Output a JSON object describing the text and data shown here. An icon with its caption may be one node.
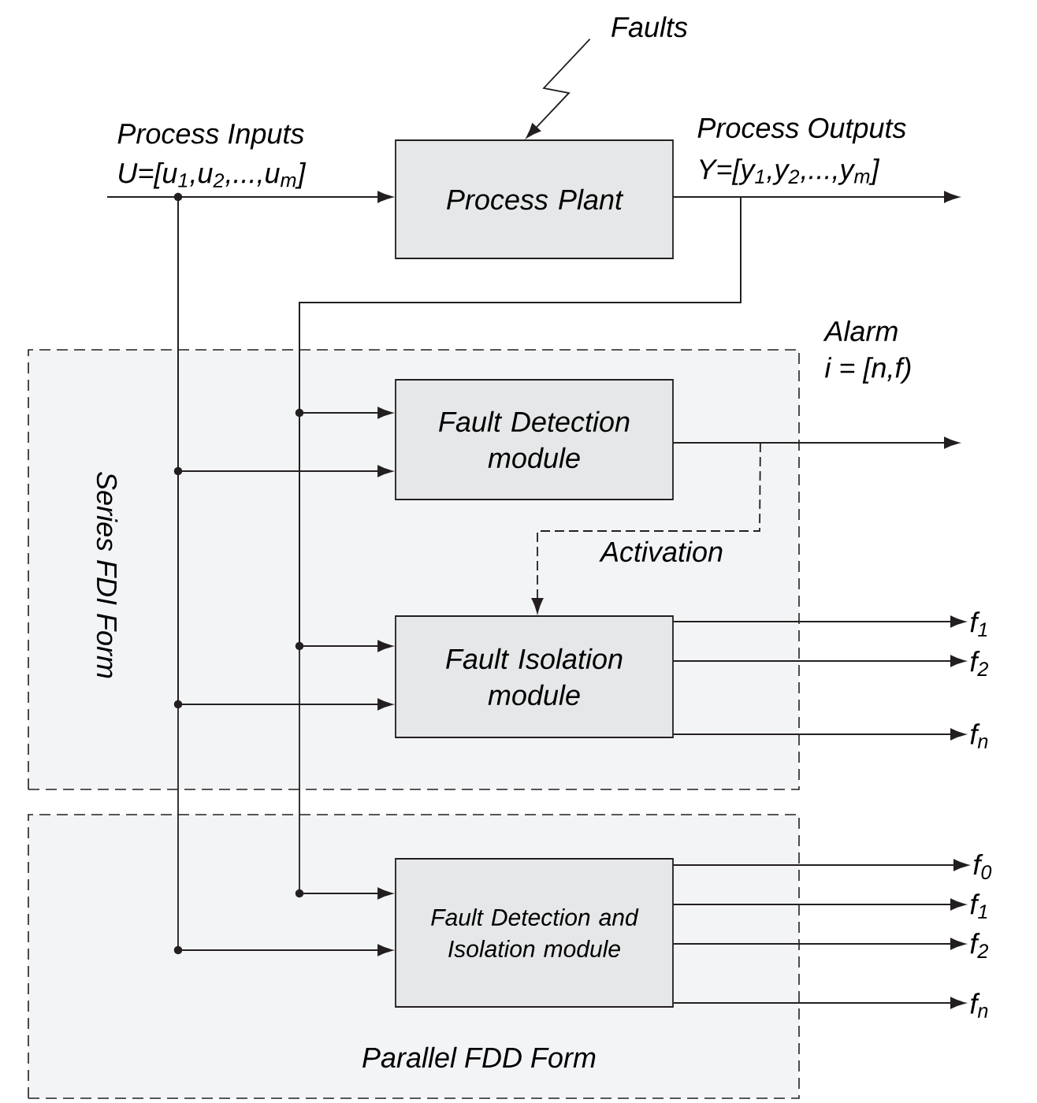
{
  "diagram": {
    "nodes": [
      {
        "text": [
          "Faults"
        ]
      },
      {
        "text": [
          "Process Plant"
        ]
      },
      {
        "text": [
          "Series FDI Form"
        ]
      },
      {
        "text": [
          "Fault Detection module"
        ],
        "in": 2
      },
      {
        "text": [
          "Fault Isolation module"
        ],
        "in": 2
      },
      {
        "text": [
          "Parallel FDD Form"
        ]
      },
      {
        "text": [
          "Fault Detection and Isolation module"
        ],
        "in": 5
      },
      {
        "text": [
          "f$_{1}$"
        ]
      },
      {
        "text": [
          "f$_{2}$"
        ]
      },
      {
        "text": [
          "f$_{n}$"
        ]
      },
      {
        "text": [
          "f$_{0}$"
        ]
      },
      {
        "text": [
          "f$_{1}$"
        ]
      },
      {
        "text": [
          "f$_{2}$"
        ]
      },
      {
        "text": [
          "f$_{n}$"
        ]
      },
      {
        "text": [
          "Process Inputs",
          "U=[u$_{1}$,u$_{2}$,...,u$_{m}$]"
        ]
      }
    ],
    "edges": [
      {
        "from": 0,
        "to": 1,
        "arrow": "to"
      },
      {
        "from": 14,
        "to": 1,
        "arrow": "to"
      },
      {
        "from": 1,
        "to": null,
        "arrow": "to"
      },
      {
        "from": 14,
        "to": 3,
        "arrow": "to"
      },
      {
        "from": 14,
        "to": 4,
        "arrow": "to"
      },
      {
        "from": 14,
        "to": 6,
        "arrow": "to"
      },
      {
        "from": 1,
        "to": 3,
        "arrow": "to"
      },
      {
        "from": 1,
        "to": 4,
        "arrow": "to"
      },
      {
        "from": 1,
        "to": 6,
        "arrow": "to"
      },
      {
        "from": 3,
        "to": null,
        "arrow": "to"
      },
      {
        "from": 3,
        "to": 4,
        "arrow": "to",
        "label": "Activation",
        "style": "dashed"
      },
      {
        "from": 4,
        "to": 7,
        "arrow": "to"
      },
      {
        "from": 4,
        "to": 8,
        "arrow": "to"
      },
      {
        "from": 4,
        "to": 9,
        "arrow": "to"
      },
      {
        "from": 6,
        "to": 10,
        "arrow": "to"
      },
      {
        "from": 6,
        "to": 11,
        "arrow": "to"
      },
      {
        "from": 6,
        "to": 12,
        "arrow": "to"
      },
      {
        "from": 6,
        "to": 13,
        "arrow": "to"
      }
    ],
    "labels": [
      "Process Outputs",
      "Y=[y$_{1}$,y$_{2}$,...,y$_{m}$]",
      "Alarm",
      "i = [n,f)"
    ]
  }
}
